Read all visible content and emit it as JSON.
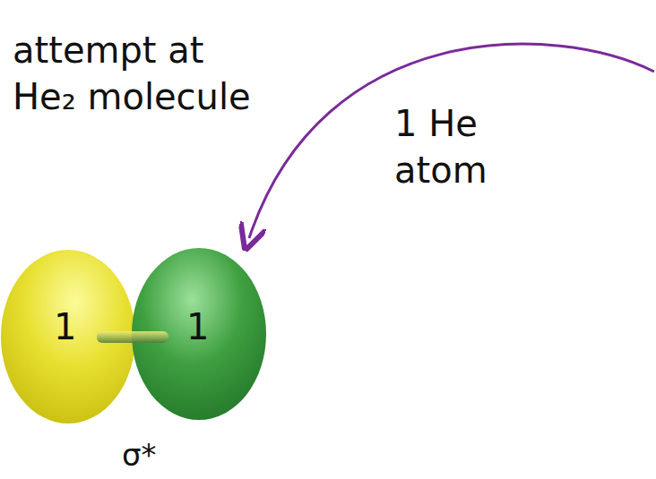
{
  "diagram": {
    "nodes": [
      {
        "text": [
          "1"
        ]
      },
      {
        "text": [
          "1"
        ]
      }
    ],
    "labels": [
      "attempt at He₂ molecule",
      "1 He atom",
      "σ*"
    ]
  }
}
